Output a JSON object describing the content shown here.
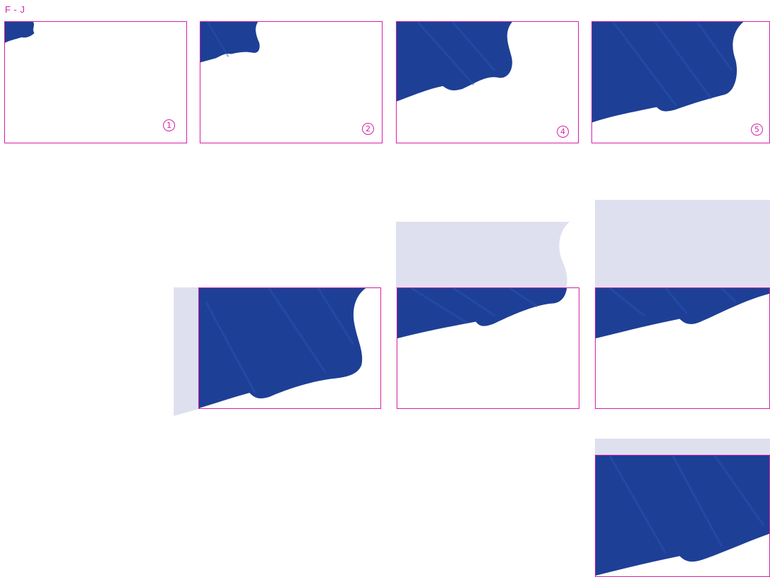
{
  "title": "F - J",
  "steps": [
    {
      "label": "1"
    },
    {
      "label": "2"
    },
    {
      "label": "4"
    },
    {
      "label": "5"
    }
  ],
  "colors": {
    "accent": "#d61fa8",
    "fabric": "#1d3f96",
    "fabric_highlight": "#2a56b8",
    "ghost": "#dfe0ef"
  }
}
